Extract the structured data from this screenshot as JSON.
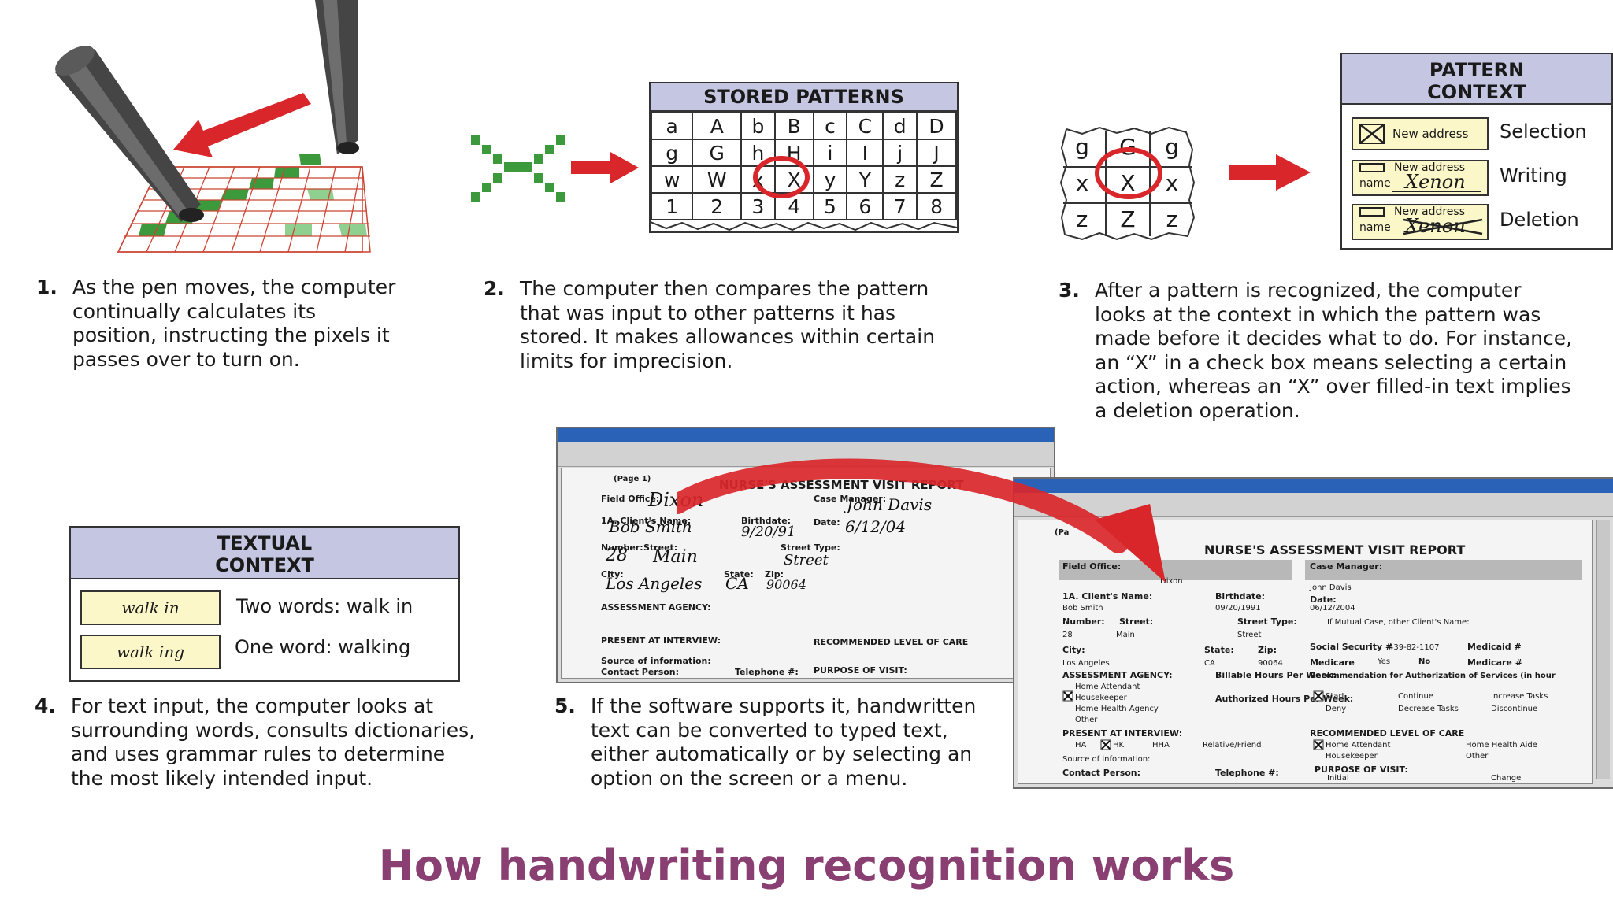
{
  "title": "How handwriting recognition works",
  "steps": [
    {
      "num": "1.",
      "lines": [
        "As the pen moves, the computer",
        "continually calculates its",
        "position, instructing the pixels it",
        "passes over to turn on."
      ]
    },
    {
      "num": "2.",
      "lines": [
        "The computer then compares the pattern",
        "that was input to other patterns it has",
        "stored. It makes allowances within certain",
        "limits for imprecision."
      ]
    },
    {
      "num": "3.",
      "lines": [
        "After a pattern is recognized, the computer",
        "looks at the context in which the pattern was",
        "made before it decides what to do. For instance,",
        "an “X” in a check box means selecting a certain",
        "action, whereas an “X” over filled-in text implies",
        "a deletion operation."
      ]
    },
    {
      "num": "4.",
      "lines": [
        "For text input, the computer looks at",
        "surrounding words, consults dictionaries,",
        "and uses grammar rules to determine",
        "the most likely intended input."
      ]
    },
    {
      "num": "5.",
      "lines": [
        "If the software supports it, handwritten",
        "text can be converted to typed text,",
        "either automatically or by selecting an",
        "option on the screen or a menu."
      ]
    }
  ],
  "stored_patterns": {
    "title": "STORED PATTERNS",
    "rows": [
      [
        "a",
        "A",
        "b",
        "B",
        "c",
        "C",
        "d",
        "D"
      ],
      [
        "g",
        "G",
        "h",
        "H",
        "i",
        "I",
        "j",
        "J"
      ],
      [
        "w",
        "W",
        "x",
        "X",
        "y",
        "Y",
        "z",
        "Z"
      ],
      [
        "1",
        "2",
        "3",
        "4",
        "5",
        "6",
        "7",
        "8"
      ]
    ]
  },
  "match_grid": {
    "rows": [
      [
        "g",
        "G",
        "g"
      ],
      [
        "x",
        "X",
        "x"
      ],
      [
        "z",
        "Z",
        "z"
      ]
    ]
  },
  "pattern_context": {
    "title_line1": "PATTERN",
    "title_line2": "CONTEXT",
    "rows": [
      {
        "box_top": "New address",
        "box_name": "",
        "box_hand": "",
        "label": "Selection"
      },
      {
        "box_top": "New address",
        "box_name": "name",
        "box_hand": "Xenon",
        "label": "Writing"
      },
      {
        "box_top": "New address",
        "box_name": "name",
        "box_hand": "Xenon",
        "label": "Deletion"
      }
    ]
  },
  "textual_context": {
    "title_line1": "TEXTUAL",
    "title_line2": "CONTEXT",
    "rows": [
      {
        "hand": "walk in",
        "label": "Two words: walk in"
      },
      {
        "hand": "walk ing",
        "label": "One word: walking"
      }
    ]
  },
  "form_back": {
    "page": "(Page 1)",
    "title": "NURSE'S ASSESSMENT VISIT REPORT",
    "labels": {
      "field_office": "Field Office:",
      "case_manager": "Case Manager:",
      "client": "1A. Client's Name:",
      "birthdate": "Birthdate:",
      "date": "Date:",
      "number": "Number:",
      "street": "Street:",
      "street_type": "Street Type:",
      "city": "City:",
      "state": "State:",
      "zip": "Zip:",
      "agency": "ASSESSMENT AGENCY:",
      "present": "PRESENT AT INTERVIEW:",
      "source": "Source of information:",
      "contact": "Contact Person:",
      "telephone": "Telephone #:",
      "recommended": "RECOMMENDED LEVEL OF CARE",
      "purpose": "PURPOSE OF VISIT:"
    },
    "hand": {
      "field_office": "Dixon",
      "case_manager": "John Davis",
      "client": "Bob Smith",
      "birthdate": "9/20/91",
      "date": "6/12/04",
      "number": "28",
      "street": "Main",
      "street_type": "Street",
      "city": "Los Angeles",
      "state": "CA",
      "zip": "90064"
    }
  },
  "form_front": {
    "page": "(Pa",
    "title": "NURSE'S ASSESSMENT VISIT REPORT",
    "labels": {
      "field_office": "Field Office:",
      "case_manager": "Case Manager:",
      "client": "1A. Client's Name:",
      "birthdate": "Birthdate:",
      "date": "Date:",
      "number": "Number:",
      "street": "Street:",
      "street_type": "Street Type:",
      "mutual": "If Mutual Case, other Client's Name:",
      "city": "City:",
      "state": "State:",
      "zip": "Zip:",
      "social": "Social Security #",
      "medicaid": "Medicaid #",
      "medicare": "Medicare",
      "yes": "Yes",
      "no": "No",
      "medicare2": "Medicare #",
      "agency": "ASSESSMENT AGENCY:",
      "billable": "Billable Hours Per Week:",
      "recommendation": "Recommendation for Authorization of Services (in hour",
      "home_attendant": "Home Attendant",
      "housekeeper": "Housekeeper",
      "home_health": "Home Health Agency",
      "other": "Other",
      "authorized": "Authorized Hours Per Week:",
      "start": "Start",
      "continue": "Continue",
      "increase": "Increase Tasks",
      "deny": "Deny",
      "decrease": "Decrease Tasks",
      "discontinue": "Discontinue",
      "present": "PRESENT AT INTERVIEW:",
      "ha": "HA",
      "hk": "HK",
      "hha": "HHA",
      "relative": "Relative/Friend",
      "recommended": "RECOMMENDED LEVEL OF CARE",
      "rec_home_att": "Home Attendant",
      "rec_home_aide": "Home Health Aide",
      "rec_housekeeper": "Housekeeper",
      "rec_other": "Other",
      "source": "Source of information:",
      "contact": "Contact Person:",
      "telephone": "Telephone #:",
      "purpose": "PURPOSE OF VISIT:",
      "initial": "Initial",
      "change": "Change"
    },
    "values": {
      "field_office": "Dixon",
      "case_manager": "John Davis",
      "client": "Bob Smith",
      "birthdate": "09/20/1991",
      "date": "06/12/2004",
      "number": "28",
      "street": "Main",
      "street_type": "Street",
      "city": "Los Angeles",
      "state": "CA",
      "zip": "90064",
      "social": "439-82-1107"
    }
  }
}
